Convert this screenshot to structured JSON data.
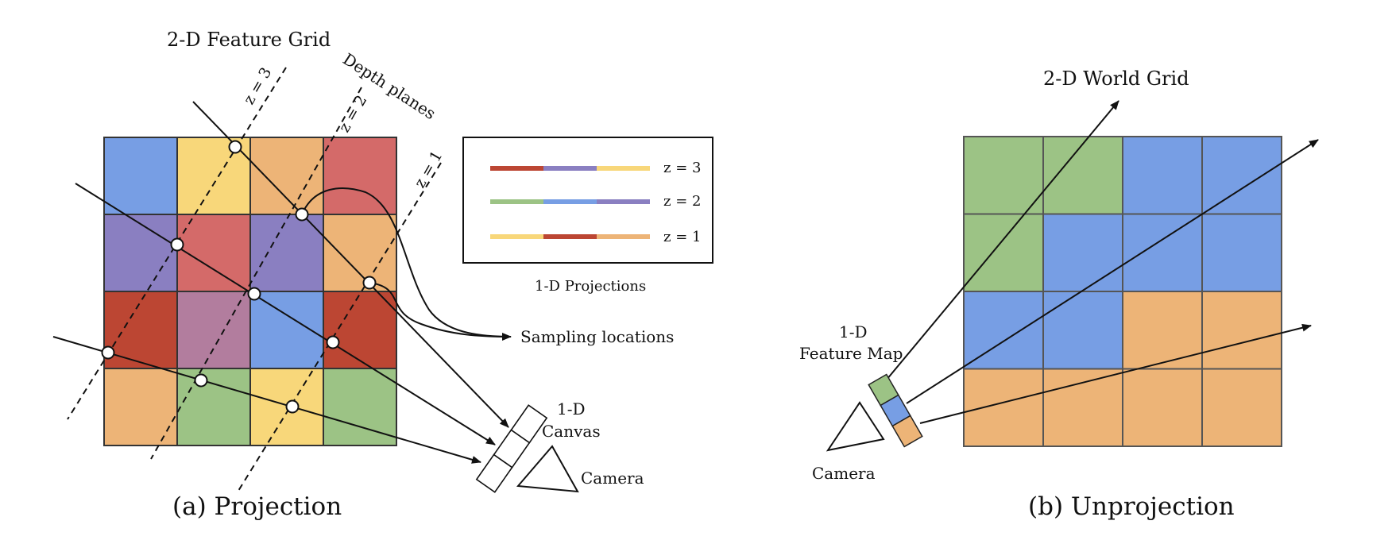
{
  "colors": {
    "blue": "#779ee4",
    "yellow": "#f8d77a",
    "orange": "#edb477",
    "red": "#d46a69",
    "purple": "#8a7fc1",
    "mauve": "#b27d9e",
    "darkred": "#bc4633",
    "green": "#9cc385",
    "line": "#111111"
  },
  "projection": {
    "grid_title": "2-D Feature Grid",
    "depth_label": "Depth planes",
    "plane_labels": [
      "z = 3",
      "z = 2",
      "z = 1"
    ],
    "grid_colors": [
      [
        "blue",
        "yellow",
        "orange",
        "red"
      ],
      [
        "purple",
        "red",
        "purple",
        "orange"
      ],
      [
        "darkred",
        "mauve",
        "blue",
        "darkred"
      ],
      [
        "orange",
        "green",
        "yellow",
        "green"
      ]
    ],
    "legend": {
      "rows": [
        {
          "label": "z = 3",
          "colors": [
            "darkred",
            "purple",
            "yellow"
          ]
        },
        {
          "label": "z = 2",
          "colors": [
            "green",
            "blue",
            "purple"
          ]
        },
        {
          "label": "z = 1",
          "colors": [
            "yellow",
            "darkred",
            "orange"
          ]
        }
      ],
      "caption": "1-D Projections"
    },
    "sampling_label": "Sampling locations",
    "canvas_label": [
      "1-D",
      "Canvas"
    ],
    "camera_label": "Camera",
    "caption": "(a) Projection"
  },
  "unprojection": {
    "grid_title": "2-D World Grid",
    "grid_colors": [
      [
        "green",
        "green",
        "blue",
        "blue"
      ],
      [
        "green",
        "blue",
        "blue",
        "blue"
      ],
      [
        "blue",
        "blue",
        "orange",
        "orange"
      ],
      [
        "orange",
        "orange",
        "orange",
        "orange"
      ]
    ],
    "feature_map_colors": [
      "green",
      "blue",
      "orange"
    ],
    "feature_map_label": [
      "1-D",
      "Feature Map"
    ],
    "camera_label": "Camera",
    "caption": "(b) Unprojection"
  }
}
